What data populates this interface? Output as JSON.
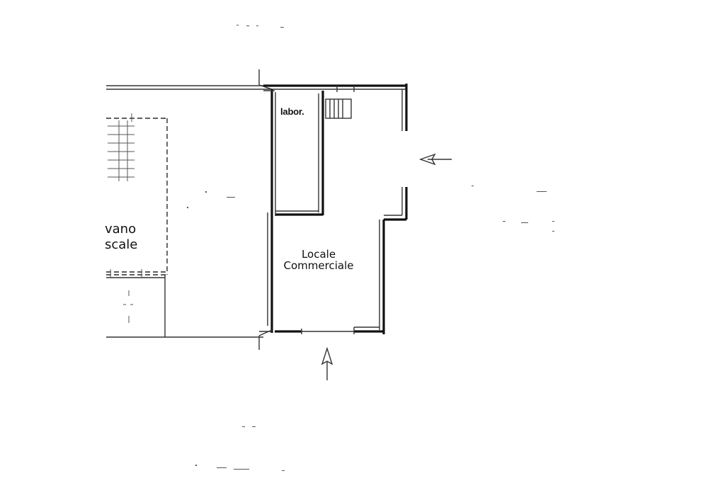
{
  "floor_plan": {
    "rooms": {
      "laboratory": "labor.",
      "shop_line1": "Locale",
      "shop_line2": "Commerciale",
      "stair_line1": "vano",
      "stair_line2": "scale"
    },
    "icons": {
      "entrance_arrow_right": "arrow-left-icon",
      "entrance_arrow_bottom": "arrow-up-icon",
      "stairs": "stairs-icon"
    },
    "colors": {
      "wall": "#111111",
      "background": "#ffffff"
    }
  }
}
